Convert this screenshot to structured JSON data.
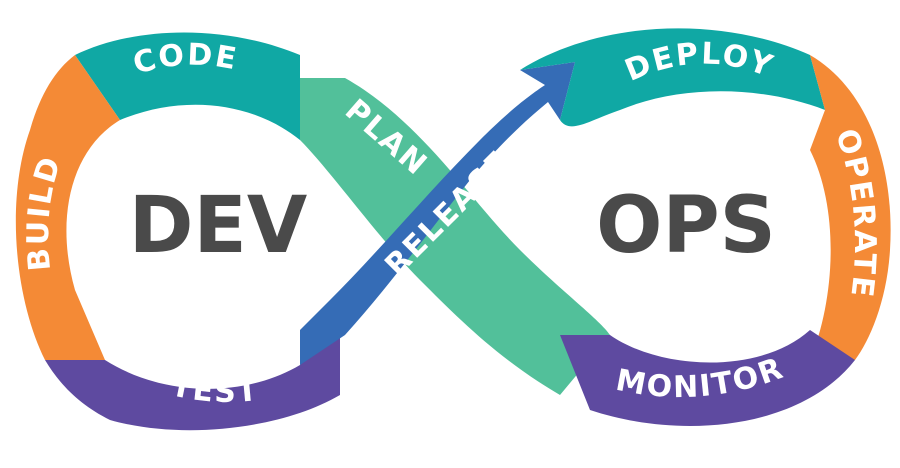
{
  "diagram": {
    "left_word": "DEV",
    "right_word": "OPS",
    "stages": {
      "plan": "PLAN",
      "code": "CODE",
      "build": "BUILD",
      "test": "TEST",
      "release": "RELEASE",
      "deploy": "DEPLOY",
      "operate": "OPERATE",
      "monitor": "MONITOR"
    },
    "colors": {
      "plan": "#52c09a",
      "code": "#10a8a4",
      "build": "#f48a36",
      "test": "#5e4aa0",
      "release": "#356cb6",
      "deploy": "#10a8a4",
      "operate": "#f48a36",
      "monitor": "#5e4aa0",
      "text": "#4a4a4a"
    }
  }
}
